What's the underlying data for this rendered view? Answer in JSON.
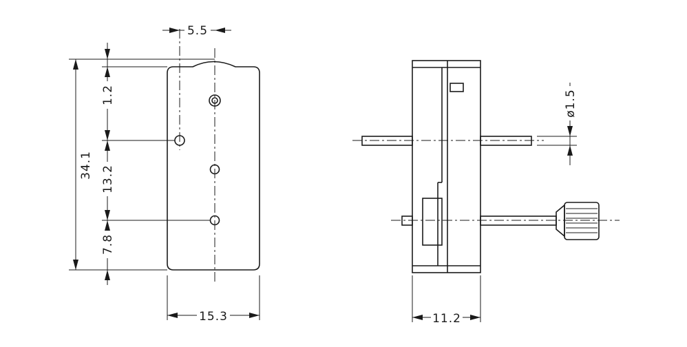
{
  "drawing": {
    "dimensions": {
      "hole_spacing_top": "5.5",
      "total_height": "34.1",
      "top_offset": "1.2",
      "middle_spacing": "13.2",
      "bottom_offset": "7.8",
      "front_width": "15.3",
      "side_width": "11.2",
      "shaft_diameter": "ø1.5"
    }
  }
}
